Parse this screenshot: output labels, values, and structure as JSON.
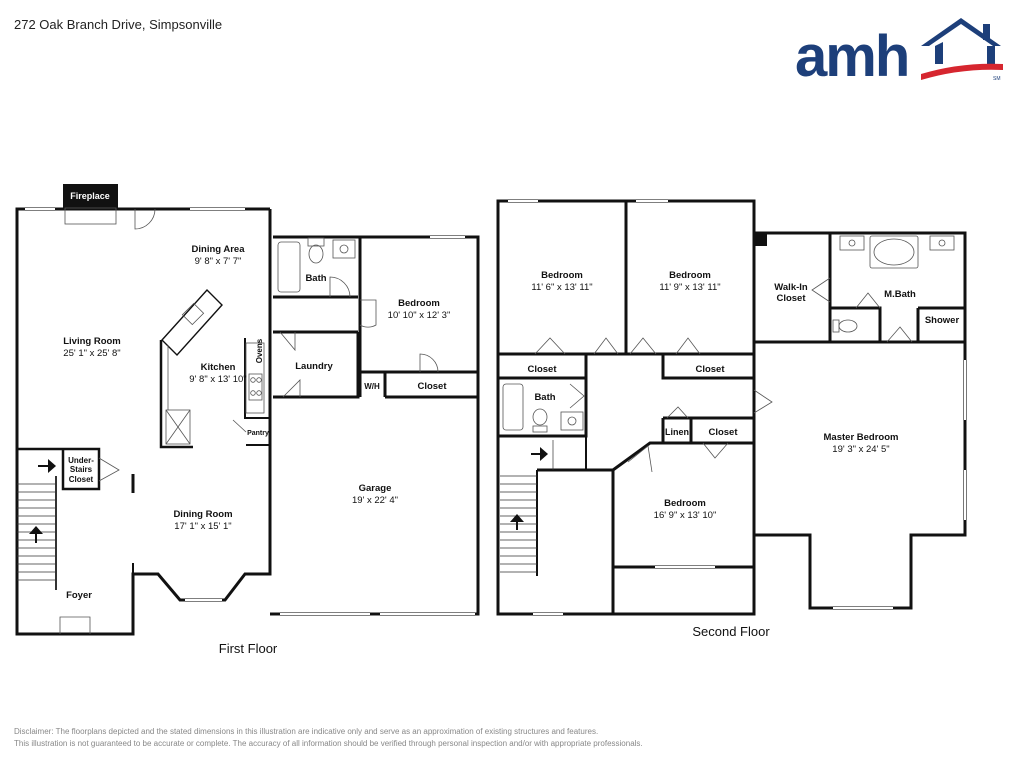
{
  "header": {
    "address": "272 Oak Branch Drive, Simpsonville"
  },
  "logo": {
    "text": "amh",
    "mark": "SM",
    "icon": "house-roof-icon",
    "colors": {
      "navy": "#1d3f7a",
      "red": "#d6262f"
    }
  },
  "first_floor": {
    "title": "First Floor",
    "rooms": {
      "fireplace": {
        "label": "Fireplace"
      },
      "dining_area": {
        "label": "Dining Area",
        "dim": "9' 8\" x 7' 7\""
      },
      "bath": {
        "label": "Bath"
      },
      "bedroom": {
        "label": "Bedroom",
        "dim": "10' 10\" x 12' 3\""
      },
      "living_room": {
        "label": "Living Room",
        "dim": "25' 1\" x 25' 8\""
      },
      "ovens": {
        "label": "Ovens"
      },
      "kitchen": {
        "label": "Kitchen",
        "dim": "9' 8\" x 13' 10\""
      },
      "laundry": {
        "label": "Laundry"
      },
      "wh": {
        "label": "W/H"
      },
      "closet": {
        "label": "Closet"
      },
      "pantry": {
        "label": "Pantry"
      },
      "under_stairs": {
        "line1": "Under-",
        "line2": "Stairs",
        "line3": "Closet"
      },
      "garage": {
        "label": "Garage",
        "dim": "19' x 22' 4\""
      },
      "dining_room": {
        "label": "Dining Room",
        "dim": "17' 1\" x 15' 1\""
      },
      "foyer": {
        "label": "Foyer"
      }
    }
  },
  "second_floor": {
    "title": "Second Floor",
    "rooms": {
      "bedroom_a": {
        "label": "Bedroom",
        "dim": "11' 6\" x 13' 11\""
      },
      "bedroom_b": {
        "label": "Bedroom",
        "dim": "11' 9\" x 13' 11\""
      },
      "walk_in": {
        "line1": "Walk-In",
        "line2": "Closet"
      },
      "mbath": {
        "label": "M.Bath"
      },
      "shower": {
        "label": "Shower"
      },
      "closet_a": {
        "label": "Closet"
      },
      "closet_b": {
        "label": "Closet"
      },
      "bath": {
        "label": "Bath"
      },
      "linen": {
        "label": "Linen"
      },
      "closet_c": {
        "label": "Closet"
      },
      "master_bedroom": {
        "label": "Master Bedroom",
        "dim": "19' 3\" x 24' 5\""
      },
      "bedroom_c": {
        "label": "Bedroom",
        "dim": "16' 9\" x 13' 10\""
      }
    }
  },
  "disclaimer": {
    "line1": "Disclaimer: The floorplans depicted and the stated dimensions in this illustration are indicative only and serve as an approximation of existing structures and features.",
    "line2": "This illustration is not guaranteed to be accurate or complete. The accuracy of all information should be verified through personal inspection and/or with appropriate professionals."
  }
}
